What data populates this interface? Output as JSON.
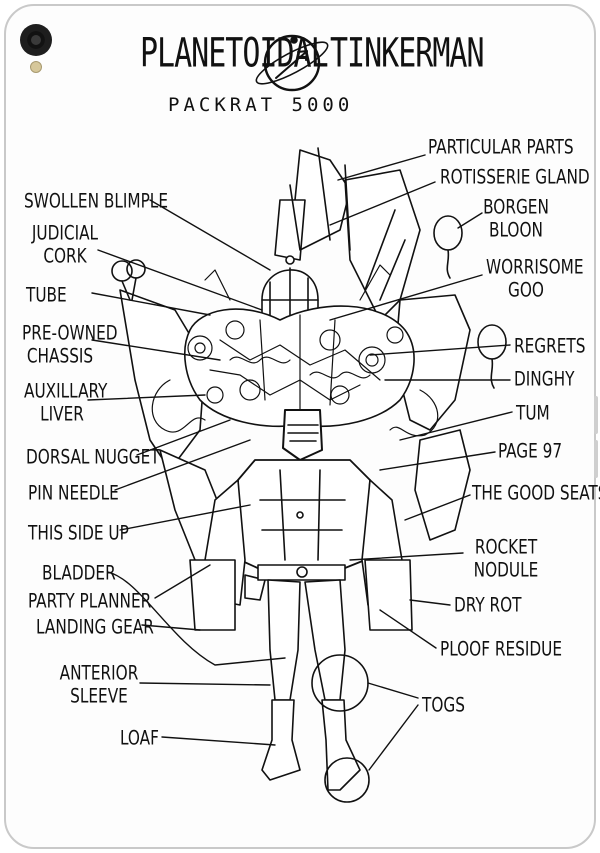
{
  "header": {
    "title_left": "PLANETOIDAL",
    "title_right": "TINKERMAN",
    "subtitle": "PACKRAT 5000"
  },
  "labels_left": [
    {
      "key": "swollen",
      "lines": [
        "SWOLLEN BLIMPLE"
      ]
    },
    {
      "key": "judicial",
      "lines": [
        "JUDICIAL",
        "CORK"
      ]
    },
    {
      "key": "tube",
      "lines": [
        "TUBE"
      ]
    },
    {
      "key": "chassis",
      "lines": [
        "PRE-OWNED",
        "CHASSIS"
      ]
    },
    {
      "key": "liver",
      "lines": [
        "AUXILLARY",
        "LIVER"
      ]
    },
    {
      "key": "nugget",
      "lines": [
        "DORSAL NUGGET"
      ]
    },
    {
      "key": "pin",
      "lines": [
        "PIN NEEDLE"
      ]
    },
    {
      "key": "thisside",
      "lines": [
        "THIS SIDE UP"
      ]
    },
    {
      "key": "bladder",
      "lines": [
        "BLADDER"
      ]
    },
    {
      "key": "party",
      "lines": [
        "PARTY PLANNER"
      ]
    },
    {
      "key": "landing",
      "lines": [
        "LANDING GEAR"
      ]
    },
    {
      "key": "sleeve",
      "lines": [
        "ANTERIOR",
        "SLEEVE"
      ]
    },
    {
      "key": "loaf",
      "lines": [
        "LOAF"
      ]
    }
  ],
  "labels_right": [
    {
      "key": "particular",
      "lines": [
        "PARTICULAR PARTS"
      ]
    },
    {
      "key": "rotisserie",
      "lines": [
        "ROTISSERIE GLAND"
      ]
    },
    {
      "key": "borgen",
      "lines": [
        "BORGEN",
        "BLOON"
      ]
    },
    {
      "key": "worrisome",
      "lines": [
        "WORRISOME",
        "GOO"
      ]
    },
    {
      "key": "regrets",
      "lines": [
        "REGRETS"
      ]
    },
    {
      "key": "dinghy",
      "lines": [
        "DINGHY"
      ]
    },
    {
      "key": "tum",
      "lines": [
        "TUM"
      ]
    },
    {
      "key": "page97",
      "lines": [
        "PAGE 97"
      ]
    },
    {
      "key": "seats",
      "lines": [
        "THE GOOD SEATS"
      ]
    },
    {
      "key": "rocket",
      "lines": [
        "ROCKET",
        "NODULE"
      ]
    },
    {
      "key": "dryrot",
      "lines": [
        "DRY ROT"
      ]
    },
    {
      "key": "ploof",
      "lines": [
        "PLOOF RESIDUE"
      ]
    },
    {
      "key": "togs",
      "lines": [
        "TOGS"
      ]
    }
  ]
}
